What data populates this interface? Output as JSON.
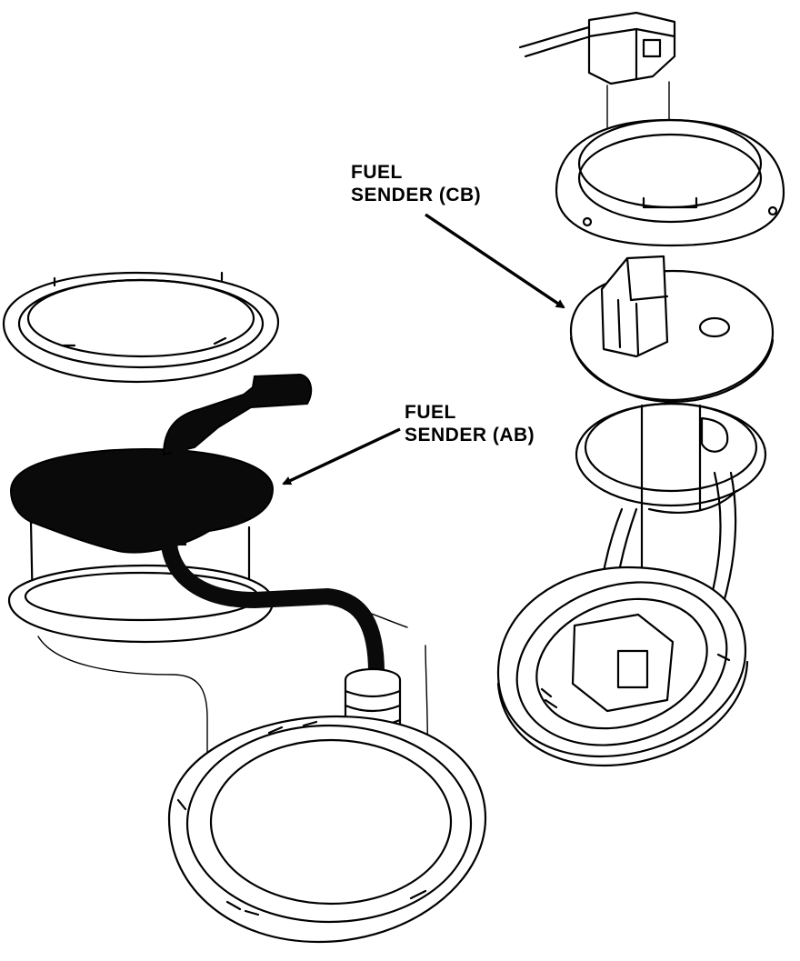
{
  "callouts": {
    "cb": {
      "line1": "FUEL",
      "line2": "SENDER (CB)"
    },
    "ab": {
      "line1": "FUEL",
      "line2": "SENDER (AB)"
    }
  },
  "colors": {
    "ink": "#000000",
    "paper": "#ffffff"
  }
}
